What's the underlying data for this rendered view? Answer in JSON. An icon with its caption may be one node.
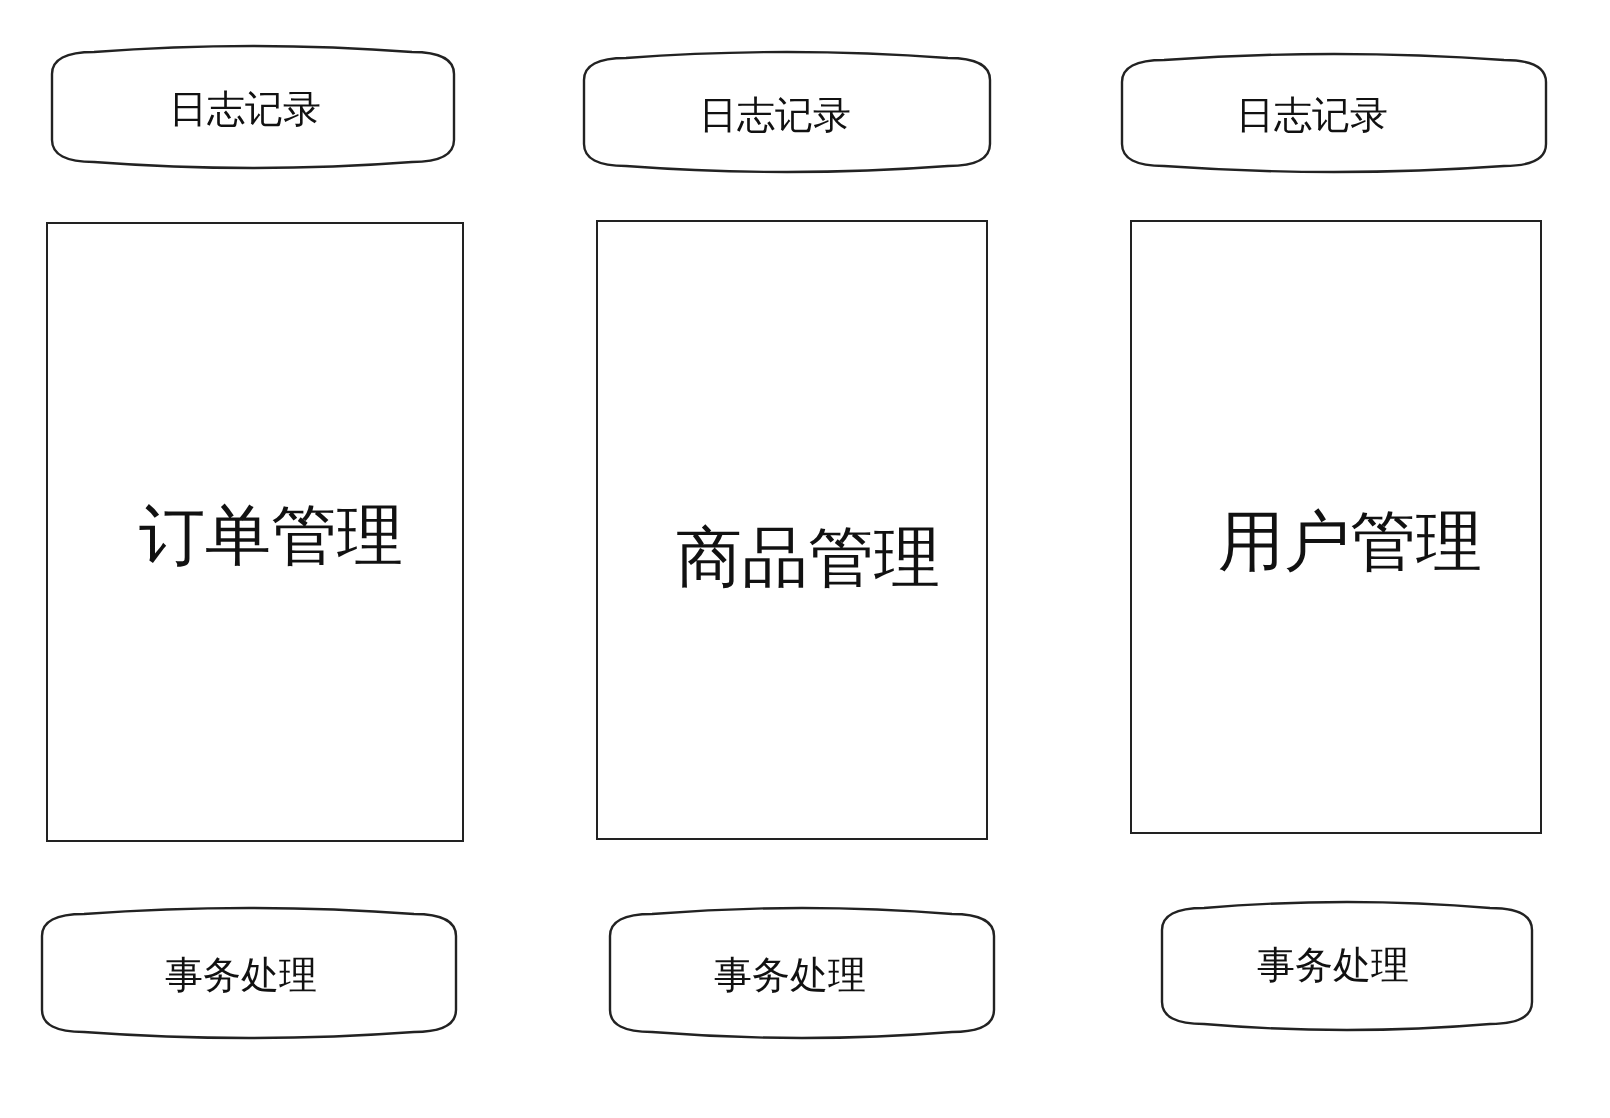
{
  "diagram": {
    "nodes": [
      {
        "text": [
          "日志记录"
        ]
      },
      {
        "text": [
          "日志记录"
        ]
      },
      {
        "text": [
          "日志记录"
        ]
      },
      {
        "text": [
          "订单管理"
        ]
      },
      {
        "text": [
          "商品管理"
        ]
      },
      {
        "text": [
          "用户管理"
        ]
      },
      {
        "text": [
          "事务处理"
        ]
      },
      {
        "text": [
          "事务处理"
        ]
      },
      {
        "text": [
          "事务处理"
        ]
      }
    ]
  }
}
